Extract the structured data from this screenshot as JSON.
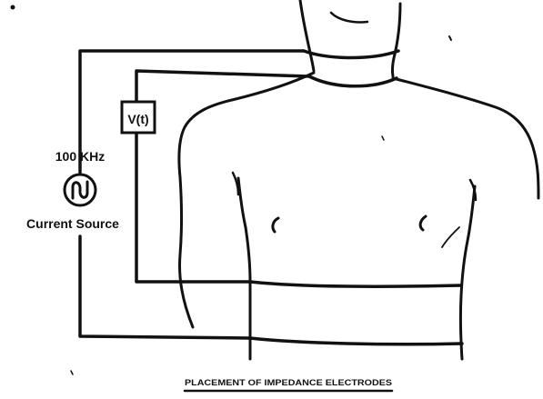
{
  "diagram": {
    "source_frequency": "100 KHz",
    "source_name": "Current Source",
    "voltage_label": "V(t)",
    "caption": "PLACEMENT OF IMPEDANCE ELECTRODES",
    "source_icon": "ac-sine-wave-icon"
  },
  "colors": {
    "ink": "#111111",
    "paper": "#ffffff"
  }
}
